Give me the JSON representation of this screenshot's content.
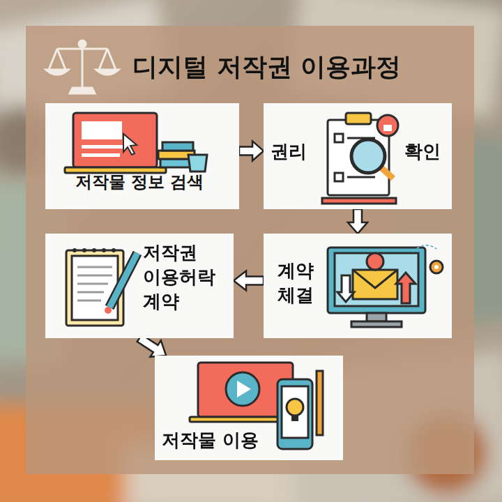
{
  "diagram": {
    "title": "디지털 저작권 이용과정",
    "nodes": [
      {
        "text": [
          "저작물 정보 검색"
        ]
      },
      {
        "text": [
          "권리",
          "확인"
        ]
      },
      {
        "text": [
          "계약 체결"
        ]
      },
      {
        "text": [
          "저작권 이용허락 계약"
        ]
      },
      {
        "text": [
          "저작물 이용"
        ]
      }
    ],
    "edges": [
      {
        "from": 0,
        "to": 1,
        "arrow": "to"
      },
      {
        "from": 1,
        "to": 2,
        "arrow": "to"
      },
      {
        "from": 2,
        "to": 3,
        "arrow": "to"
      },
      {
        "from": 3,
        "to": 4,
        "arrow": "to"
      }
    ]
  }
}
